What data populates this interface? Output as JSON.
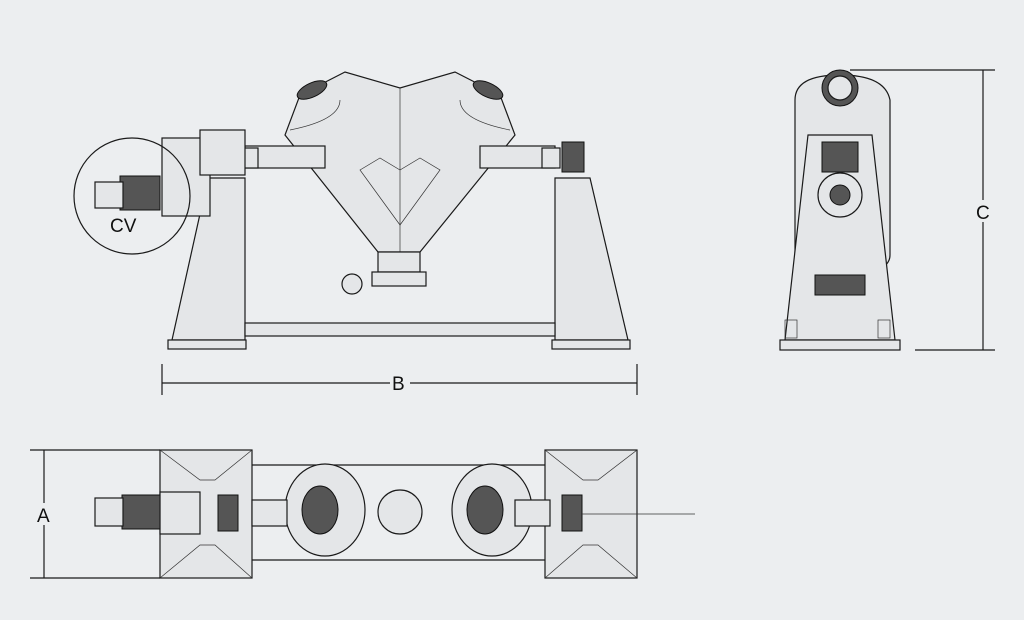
{
  "drawing": {
    "labels": {
      "detail_callout": "CV",
      "dimension_a": "A",
      "dimension_b": "B",
      "dimension_c": "C"
    },
    "colors": {
      "background": "#eceef0",
      "line": "#1a1a1a"
    }
  }
}
